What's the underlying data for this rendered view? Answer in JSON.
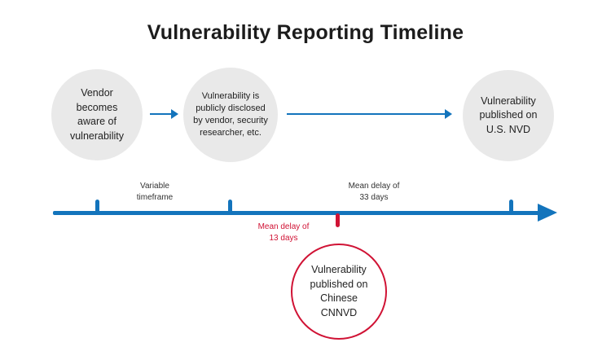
{
  "title": "Vulnerability Reporting Timeline",
  "nodes": {
    "vendor_aware": "Vendor becomes aware of vulnerability",
    "public_disclosure": "Vulnerability is publicly disclosed by vendor, security researcher, etc.",
    "nvd_published": "Vulnerability published on U.S. NVD",
    "cnnvd_published": "Vulnerability published on Chinese CNNVD"
  },
  "timeline_labels": {
    "variable_timeframe": "Variable timeframe",
    "mean_delay_33": "Mean delay of 33 days",
    "mean_delay_13": "Mean delay of 13 days"
  },
  "colors": {
    "blue": "#1374bc",
    "red": "#d01335",
    "node_gray": "#e9e9e9"
  }
}
